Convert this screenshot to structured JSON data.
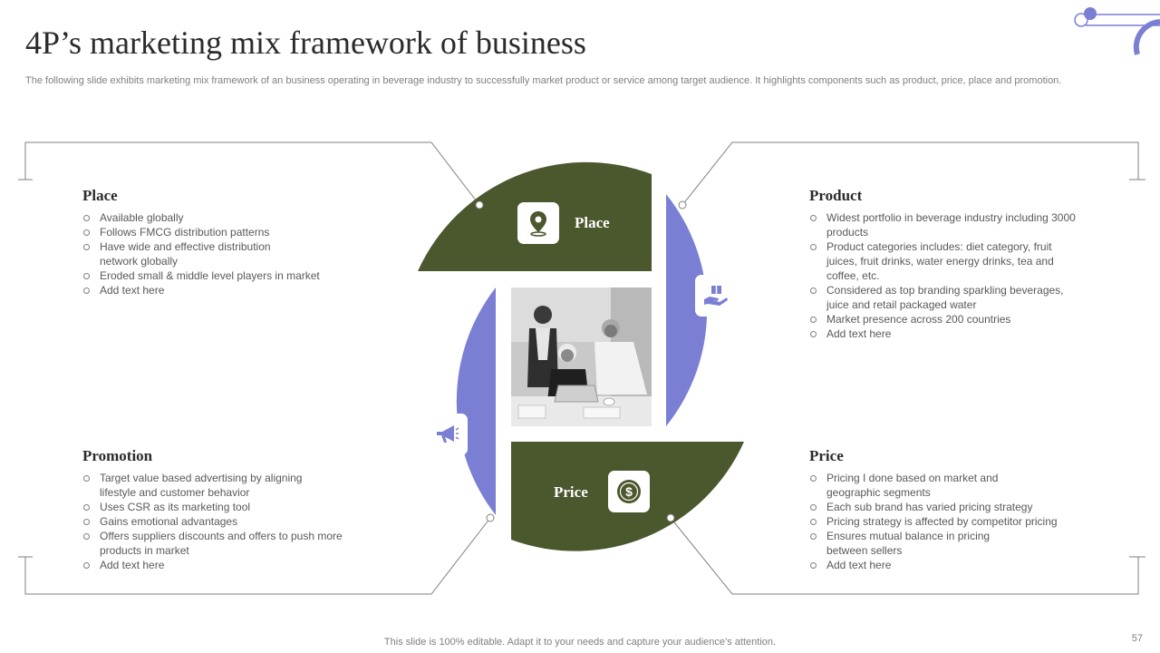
{
  "title": "4P’s marketing mix framework of business",
  "subtitle": "The following slide exhibits marketing mix framework of an business operating in beverage industry to successfully market product or service among target audience. It highlights components such as product, price, place and promotion.",
  "colors": {
    "green": "#4b572d",
    "purple": "#7a7fd4",
    "text": "#595959",
    "line": "#7f7f7f"
  },
  "segments": {
    "place": {
      "label": "Place",
      "icon": "location-pin-icon"
    },
    "product": {
      "label": "Product",
      "icon": "hand-box-icon"
    },
    "price": {
      "label": "Price",
      "icon": "dollar-coin-icon"
    },
    "promotion": {
      "label": "Promotion",
      "icon": "megaphone-icon"
    }
  },
  "sections": {
    "place": {
      "heading": "Place",
      "items": [
        "Available globally",
        "Follows FMCG distribution patterns",
        "Have wide and effective distribution network globally",
        "Eroded small & middle level players in market",
        "Add text here"
      ]
    },
    "product": {
      "heading": "Product",
      "items": [
        "Widest portfolio in beverage industry including 3000 products",
        "Product categories includes: diet category, fruit juices, fruit drinks, water energy drinks, tea and coffee, etc.",
        "Considered as top branding sparkling beverages, juice and retail packaged water",
        "Market presence across 200 countries",
        "Add text here"
      ]
    },
    "promotion": {
      "heading": "Promotion",
      "items": [
        "Target value based advertising by aligning lifestyle and customer behavior",
        "Uses CSR as its marketing tool",
        "Gains emotional advantages",
        "Offers suppliers discounts and offers to push more products in market",
        "Add text here"
      ]
    },
    "price": {
      "heading": "Price",
      "items": [
        "Pricing I done based on market and geographic segments",
        "Each sub brand has varied pricing strategy",
        "Pricing strategy is affected by competitor pricing",
        "Ensures mutual balance in pricing between sellers",
        "Add text here"
      ]
    }
  },
  "footer": "This slide is 100% editable. Adapt it to your needs and capture your audience’s attention.",
  "page_number": "57"
}
